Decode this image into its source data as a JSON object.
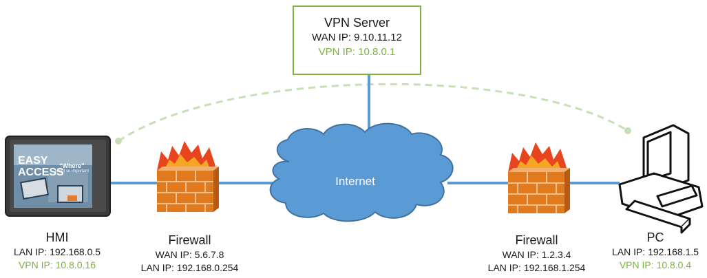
{
  "colors": {
    "link": "#5b9bd5",
    "vpn": "#7cb342",
    "tunnel": "#c5e0b4",
    "cloud_fill": "#5b9bd5",
    "cloud_stroke": "#41719c",
    "firewall": "#e07a1f",
    "flame": "#e8451e"
  },
  "vpn_server": {
    "title": "VPN Server",
    "wan": "WAN IP: 9.10.11.12",
    "vpn": "VPN IP: 10.8.0.1"
  },
  "internet": {
    "label": "Internet"
  },
  "hmi": {
    "title": "HMI",
    "lan": "LAN IP: 192.168.0.5",
    "vpn": "VPN IP: 10.8.0.16",
    "screen_title_1": "EASY",
    "screen_title_2": "ACCESS",
    "screen_quote": "“Where”",
    "screen_sub": "is not so important"
  },
  "firewall_left": {
    "title": "Firewall",
    "wan": "WAN IP: 5.6.7.8",
    "lan": "LAN IP: 192.168.0.254"
  },
  "firewall_right": {
    "title": "Firewall",
    "wan": "WAN IP: 1.2.3.4",
    "lan": "LAN IP: 192.168.1.254"
  },
  "pc": {
    "title": "PC",
    "lan": "LAN IP: 192.168.1.5",
    "vpn": "VPN IP: 10.8.0.4"
  }
}
